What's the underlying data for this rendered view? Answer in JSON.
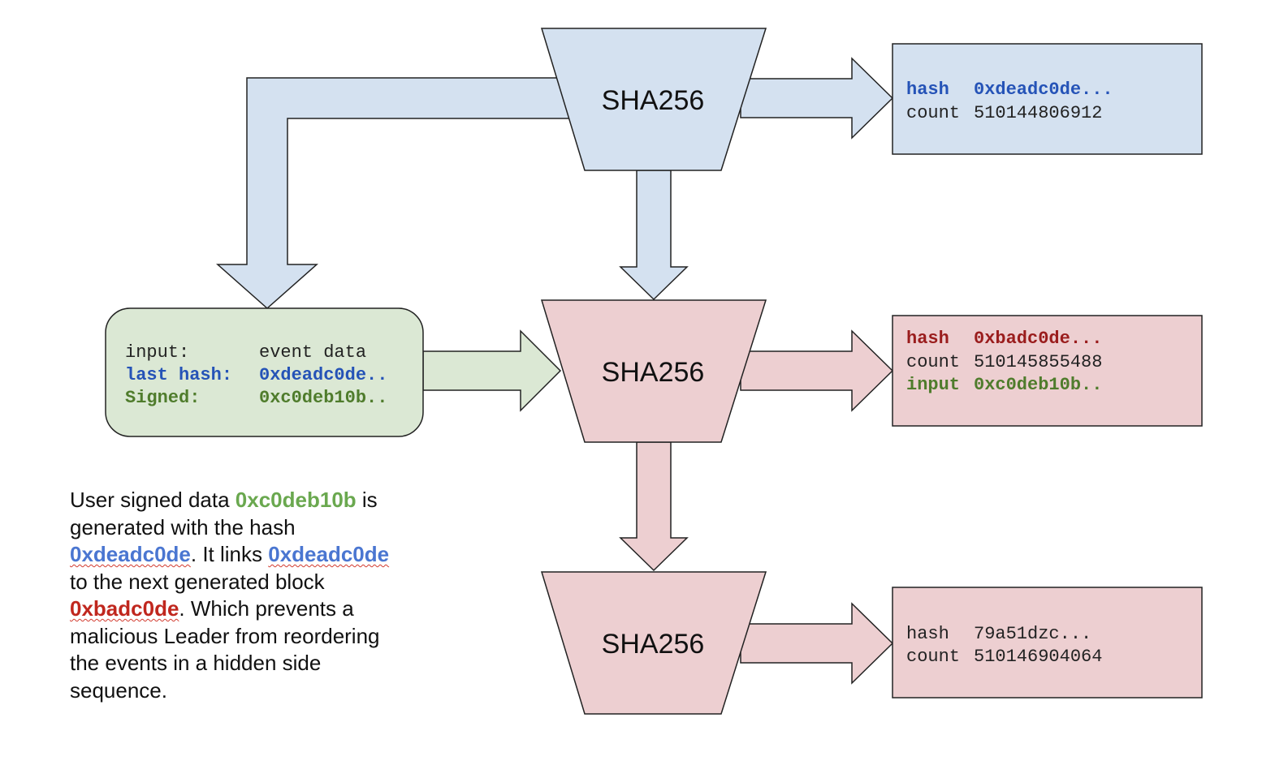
{
  "colors": {
    "blue_fill": "#d4e1f0",
    "red_fill": "#edcfd1",
    "green_fill": "#dbe8d4",
    "stroke": "#222222",
    "text_blue": "#2553b7",
    "text_red": "#9a1d1d",
    "text_green": "#4f7c2c",
    "caption_green": "#6aa84f",
    "caption_blue": "#4a76d1",
    "caption_red": "#c0271e"
  },
  "hashers": [
    {
      "label": "SHA256"
    },
    {
      "label": "SHA256"
    },
    {
      "label": "SHA256"
    }
  ],
  "outputs": [
    {
      "hash_key": "hash",
      "hash_value": "0xdeadc0de...",
      "count_key": "count",
      "count_value": "510144806912"
    },
    {
      "hash_key": "hash",
      "hash_value": "0xbadc0de...",
      "count_key": "count",
      "count_value": "510145855488",
      "input_key": "input",
      "input_value": "0xc0deb10b.."
    },
    {
      "hash_key": "hash",
      "hash_value": "79a51dzc...",
      "count_key": "count",
      "count_value": "510146904064"
    }
  ],
  "input_box": {
    "rows": [
      {
        "key": "input:",
        "value": "event data"
      },
      {
        "key": "last hash:",
        "value": "0xdeadc0de.."
      },
      {
        "key": "Signed:",
        "value": "0xc0deb10b.."
      }
    ]
  },
  "caption": {
    "t1": "User signed data ",
    "h1": "0xc0deb10b",
    "t2": " is generated with the hash ",
    "h2": "0xdeadc0de",
    "t3": ".  It links ",
    "h3": "0xdeadc0de",
    "t4": " to the next generated block ",
    "h4": "0xbadc0de",
    "t5": ". Which prevents a malicious Leader from reordering the events in a hidden side sequence."
  }
}
